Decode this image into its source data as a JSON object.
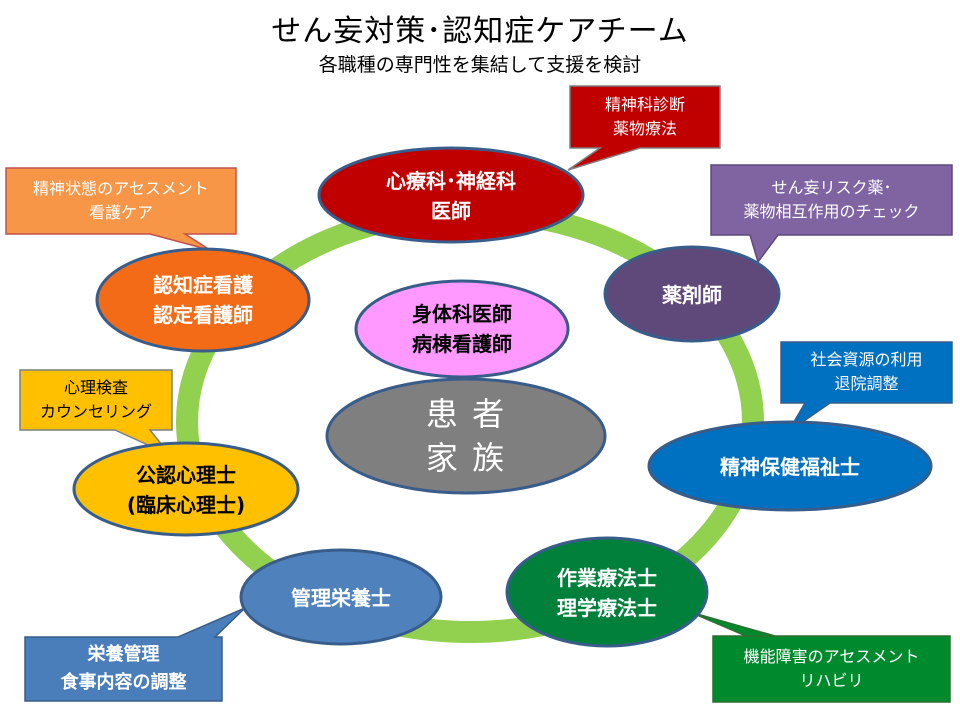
{
  "title": "せん妄対策･認知症ケアチーム",
  "subtitle": "各職種の専門性を集結して支援を検討",
  "center": {
    "patient": "患 者\n家 族",
    "team": "身体科医師\n病棟看護師"
  },
  "members": {
    "psychiatry": "心療科･神経科\n医師",
    "pharmacist": "薬剤師",
    "psw": "精神保健福祉士",
    "therapist": "作業療法士\n理学療法士",
    "dietitian": "管理栄養士",
    "psychologist": "公認心理士\n(臨床心理士)",
    "nurse": "認知症看護\n認定看護師"
  },
  "callouts": {
    "psychiatry": "精神科診断\n薬物療法",
    "pharmacist": "せん妄リスク薬･\n薬物相互作用のチェック",
    "psw": "社会資源の利用\n退院調整",
    "therapist": "機能障害のアセスメント\nリハビリ",
    "dietitian": "栄養管理\n食事内容の調整",
    "psychologist": "心理検査\nカウンセリング",
    "nurse": "精神状態のアセスメント\n看護ケア"
  },
  "colors": {
    "ring": "#92d050",
    "psychiatry": "#c00000",
    "pharmacist": "#5f497a",
    "psw": "#0070c0",
    "therapist": "#00803a",
    "dietitian": "#4f81bd",
    "psychologist": "#ffc000",
    "nurse": "#f36b16",
    "team": "#ff99ff",
    "patient": "#7f7f7f",
    "callout_psychiatry": "#c00000",
    "callout_pharmacist": "#8064a2",
    "callout_psw": "#0070c0",
    "callout_therapist": "#008a2e",
    "callout_dietitian": "#4a7ebb",
    "callout_psychologist": "#ffc000",
    "callout_nurse": "#f79646"
  }
}
